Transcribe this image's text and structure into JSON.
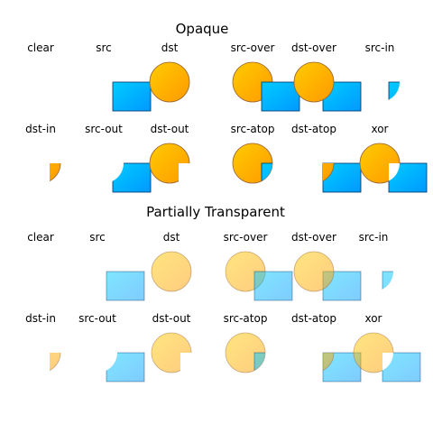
{
  "sections": [
    {
      "title": "Opaque",
      "alpha": 1,
      "rows": [
        [
          "clear",
          "src",
          "dst",
          "src-over",
          "dst-over",
          "src-in"
        ],
        [
          "dst-in",
          "src-out",
          "dst-out",
          "src-atop",
          "dst-atop",
          "xor"
        ]
      ]
    },
    {
      "title": "Partially Transparent",
      "alpha": 0.5,
      "rows": [
        [
          "clear",
          "src",
          "dst",
          "src-over",
          "dst-over",
          "src-in"
        ],
        [
          "dst-in",
          "src-out",
          "dst-out",
          "src-atop",
          "dst-atop",
          "xor"
        ]
      ]
    }
  ],
  "colors": {
    "circle_gradient": [
      "#ffcc00",
      "#ff9900"
    ],
    "circle_stroke": "#996633",
    "rect_gradient": [
      "#00ccff",
      "#0099ff"
    ],
    "rect_stroke": "#003366"
  }
}
